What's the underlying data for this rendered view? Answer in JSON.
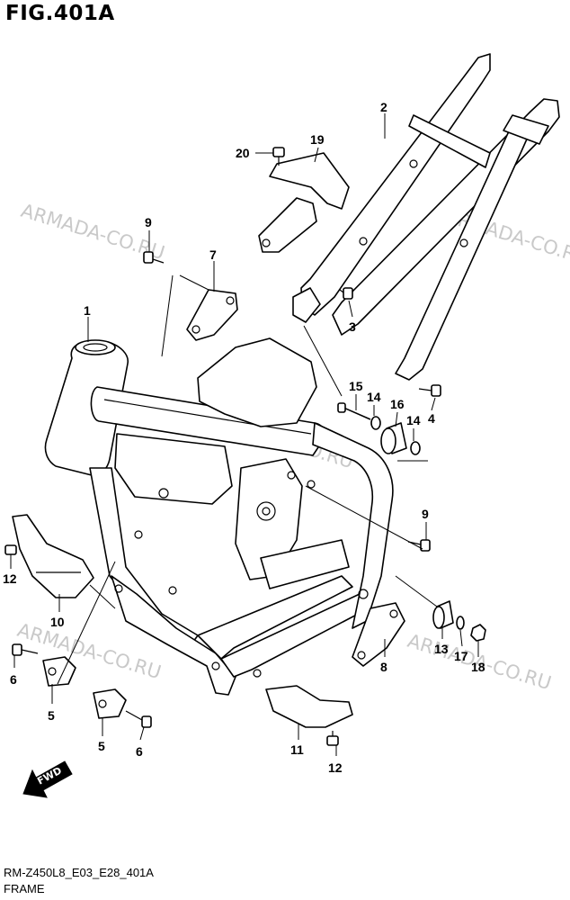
{
  "figure": {
    "title": "FIG.401A",
    "code": "RM-Z450L8_E03_E28_401A",
    "name": "FRAME"
  },
  "watermark": {
    "text": "ARMADA-CO.RU",
    "color": "#c9c9c9"
  },
  "fwd_arrow": {
    "label": "FWD",
    "icon": "fwd-arrow-icon"
  },
  "callouts": [
    {
      "key": "c1",
      "label": "1"
    },
    {
      "key": "c2",
      "label": "2"
    },
    {
      "key": "c3",
      "label": "3"
    },
    {
      "key": "c4",
      "label": "4"
    },
    {
      "key": "c5a",
      "label": "5"
    },
    {
      "key": "c5b",
      "label": "5"
    },
    {
      "key": "c6a",
      "label": "6"
    },
    {
      "key": "c6b",
      "label": "6"
    },
    {
      "key": "c7",
      "label": "7"
    },
    {
      "key": "c8",
      "label": "8"
    },
    {
      "key": "c9a",
      "label": "9"
    },
    {
      "key": "c9b",
      "label": "9"
    },
    {
      "key": "c10",
      "label": "10"
    },
    {
      "key": "c11",
      "label": "11"
    },
    {
      "key": "c12a",
      "label": "12"
    },
    {
      "key": "c12b",
      "label": "12"
    },
    {
      "key": "c13",
      "label": "13"
    },
    {
      "key": "c14a",
      "label": "14"
    },
    {
      "key": "c14b",
      "label": "14"
    },
    {
      "key": "c15",
      "label": "15"
    },
    {
      "key": "c16",
      "label": "16"
    },
    {
      "key": "c17",
      "label": "17"
    },
    {
      "key": "c18",
      "label": "18"
    },
    {
      "key": "c19",
      "label": "19"
    },
    {
      "key": "c20",
      "label": "20"
    }
  ]
}
